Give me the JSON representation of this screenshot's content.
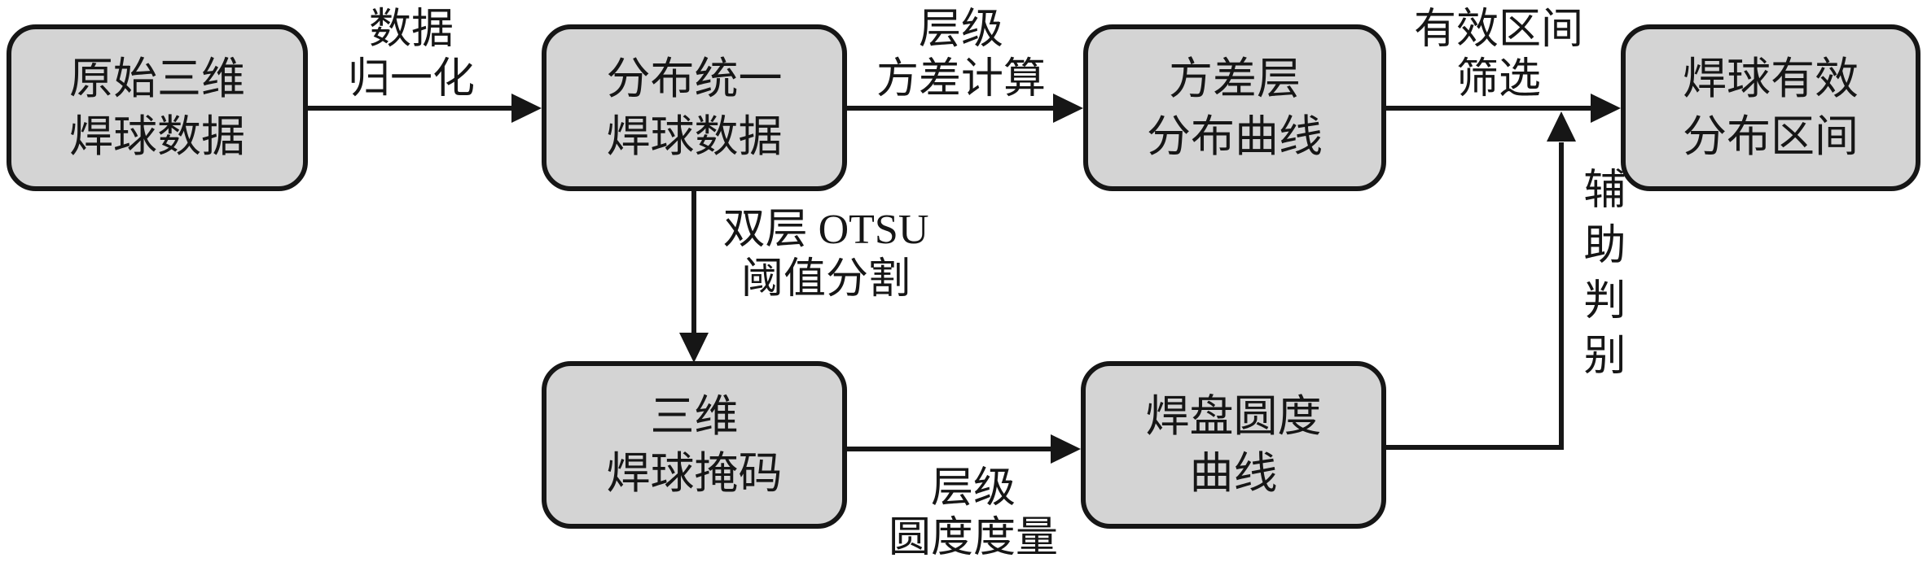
{
  "diagram": {
    "title": "solder-ball effective distribution interval extraction flowchart",
    "colors": {
      "box_fill": "#d4d4d4",
      "line_color": "#161616",
      "background": "#ffffff"
    },
    "nodes": {
      "n1": {
        "line1": "原始三维",
        "line2": "焊球数据"
      },
      "n2": {
        "line1": "分布统一",
        "line2": "焊球数据"
      },
      "n3": {
        "line1": "方差层",
        "line2": "分布曲线"
      },
      "n4": {
        "line1": "焊球有效",
        "line2": "分布区间"
      },
      "n5": {
        "line1": "三维",
        "line2": "焊球掩码"
      },
      "n6": {
        "line1": "焊盘圆度",
        "line2": "曲线"
      }
    },
    "edges": {
      "e1": {
        "line1": "数据",
        "line2": "归一化"
      },
      "e2": {
        "line1": "层级",
        "line2": "方差计算"
      },
      "e3": {
        "line1": "有效区间",
        "line2": "筛选"
      },
      "e4": {
        "line1": "双层 OTSU",
        "line2": "阈值分割"
      },
      "e5": {
        "line1": "层级",
        "line2": "圆度度量"
      },
      "e6": {
        "label": "辅助判别"
      }
    }
  }
}
